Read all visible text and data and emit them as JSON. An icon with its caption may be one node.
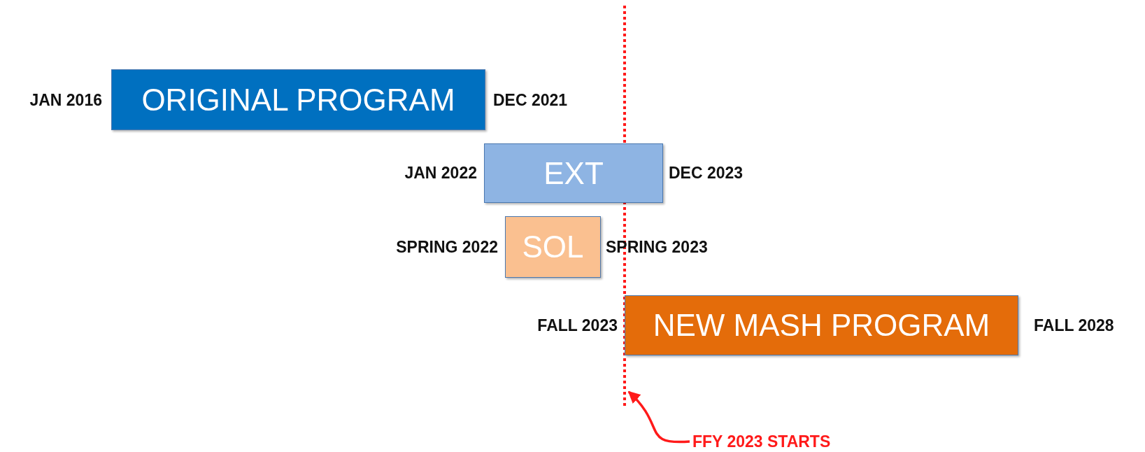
{
  "diagram": {
    "nodes": [
      {
        "text": [
          "ORIGINAL PROGRAM"
        ],
        "beside": [
          "JAN 2016",
          "DEC 2021"
        ]
      },
      {
        "text": [
          "EXT"
        ],
        "beside": [
          "JAN 2022",
          "DEC 2023"
        ]
      },
      {
        "text": [
          "SOL"
        ],
        "beside": [
          "SPRING 2022",
          "SPRING 2023"
        ]
      },
      {
        "text": [
          "NEW MASH PROGRAM"
        ],
        "beside": [
          "FALL 2023",
          "FALL 2028"
        ]
      },
      {
        "text": [],
        "shape": "line"
      },
      {
        "text": [
          "FFY 2023 STARTS"
        ]
      }
    ],
    "edges": [
      {
        "from": 5,
        "to": 4,
        "arrow": "to"
      }
    ]
  }
}
